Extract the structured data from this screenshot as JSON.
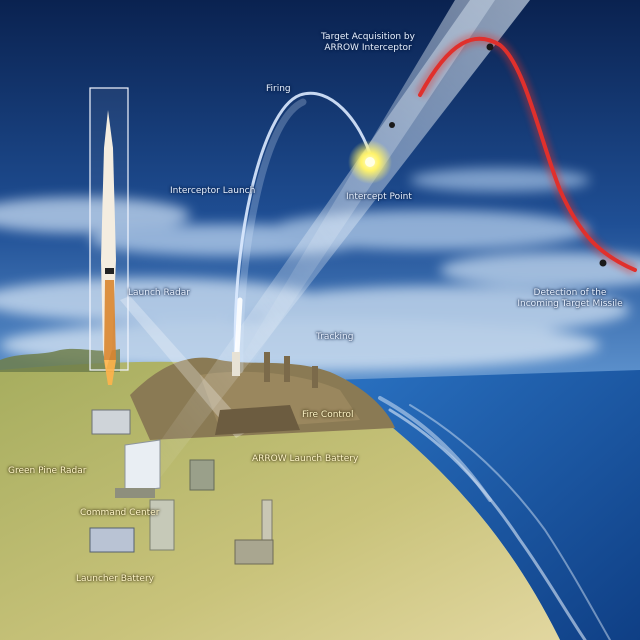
{
  "labels": {
    "target_acquisition": "Target Acquisition by ARROW Interceptor",
    "firing_top": "Firing",
    "interceptor_launch": "Interceptor Launch",
    "intercept_point": "Intercept Point",
    "launch_radar": "Launch Radar",
    "tracking": "Tracking",
    "detection_of_target": "Detection of the Incoming Target Missile",
    "fire_control": "Fire Control",
    "green_pine_radar": "Green Pine Radar",
    "battery_site": "ARROW Launch Battery",
    "command_center": "Command Center",
    "launcher_battery": "Launcher Battery"
  },
  "colors": {
    "sky_top": "#0b2756",
    "sky_mid": "#2f6fb8",
    "sea": "#1e5fa8",
    "land": "#b8b86a",
    "target_trail": "#e0302c",
    "beam": "#cfe6ff",
    "flash": "#fff36a"
  }
}
